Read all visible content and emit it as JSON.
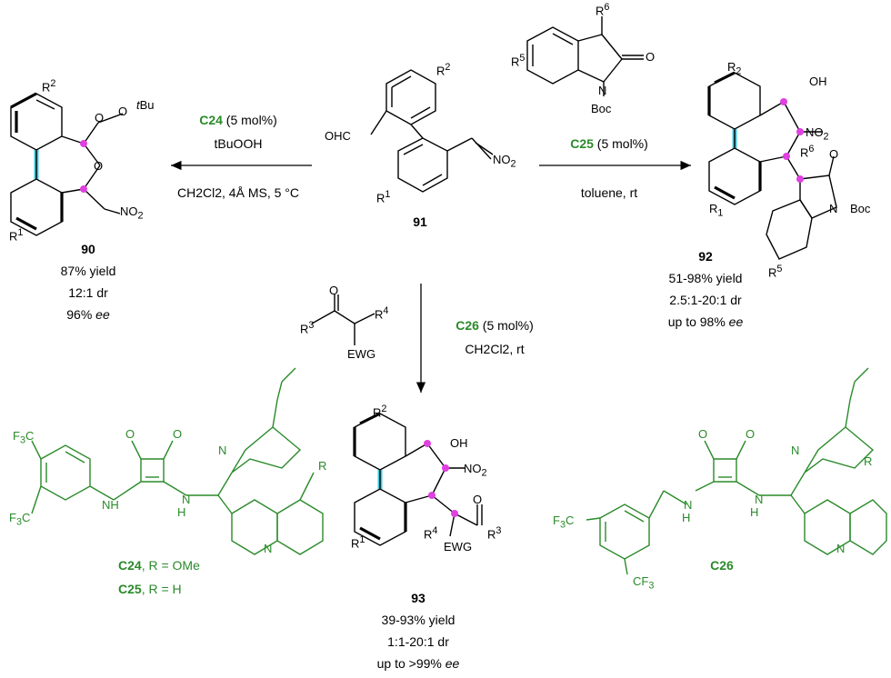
{
  "compounds": {
    "c90": {
      "num": "90",
      "yield": "87% yield",
      "dr": "12:1 dr",
      "ee_val": "96% ",
      "ee_unit": "ee"
    },
    "c91": {
      "num": "91"
    },
    "c92": {
      "num": "92",
      "yield": "51-98% yield",
      "dr": "2.5:1-20:1 dr",
      "ee_val": "up to 98% ",
      "ee_unit": "ee"
    },
    "c93": {
      "num": "93",
      "yield": "39-93% yield",
      "dr": "1:1-20:1 dr",
      "ee_val": "up to >99% ",
      "ee_unit": "ee"
    }
  },
  "conditions": {
    "left": {
      "cat": "C24",
      "load": " (5 mol%)",
      "oxidant": "tBuOOH",
      "line2": "CH2Cl2, 4Å MS, 5 °C"
    },
    "right": {
      "cat": "C25",
      "load": " (5 mol%)",
      "line2": "toluene, rt"
    },
    "down": {
      "cat": "C26",
      "load": " (5 mol%)",
      "line2": "CH2Cl2, rt"
    }
  },
  "catalysts": {
    "c24": {
      "name": "C24",
      "r": ", R = OMe"
    },
    "c25": {
      "name": "C25",
      "r": ", R = H"
    },
    "c26": {
      "name": "C26"
    }
  },
  "colors": {
    "catalyst": "#2a8a2a",
    "stereocenter": "#e040e0",
    "axis": "#3ec8e0"
  }
}
